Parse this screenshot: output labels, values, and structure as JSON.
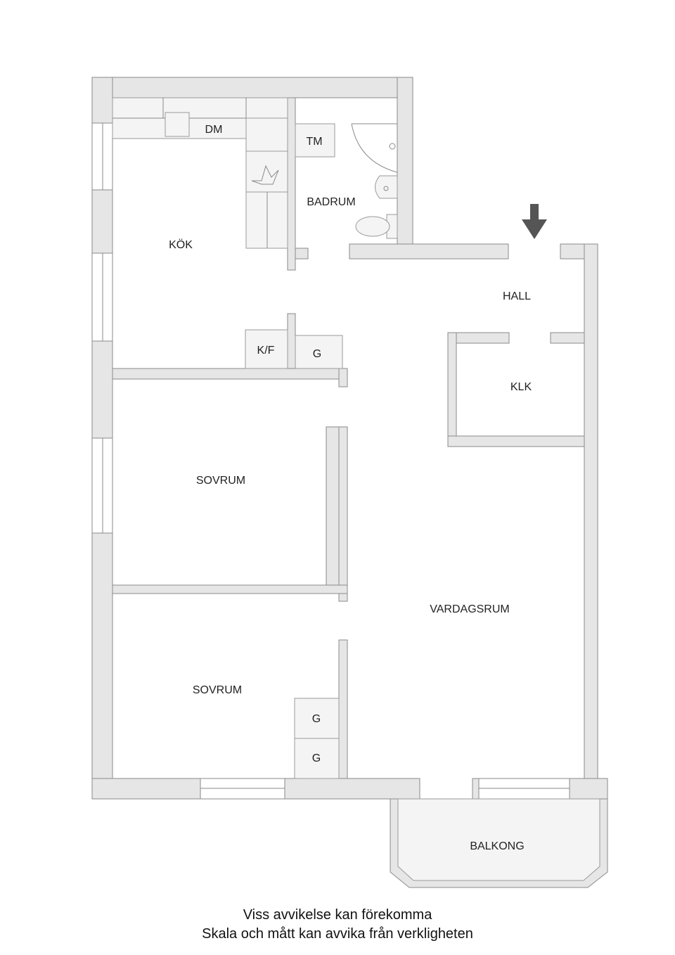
{
  "rooms": {
    "dm": "DM",
    "tm": "TM",
    "badrum": "BADRUM",
    "kok": "KÖK",
    "hall": "HALL",
    "kf": "K/F",
    "g_hall": "G",
    "klk": "KLK",
    "sovrum_1": "SOVRUM",
    "vardagsrum": "VARDAGSRUM",
    "sovrum_2": "SOVRUM",
    "g_closet_1": "G",
    "g_closet_2": "G",
    "balkong": "BALKONG"
  },
  "entrance_icon": "down-arrow-icon",
  "disclaimer": {
    "line1": "Viss avvikelse kan förekomma",
    "line2": "Skala och mått kan avvika från verkligheten"
  }
}
